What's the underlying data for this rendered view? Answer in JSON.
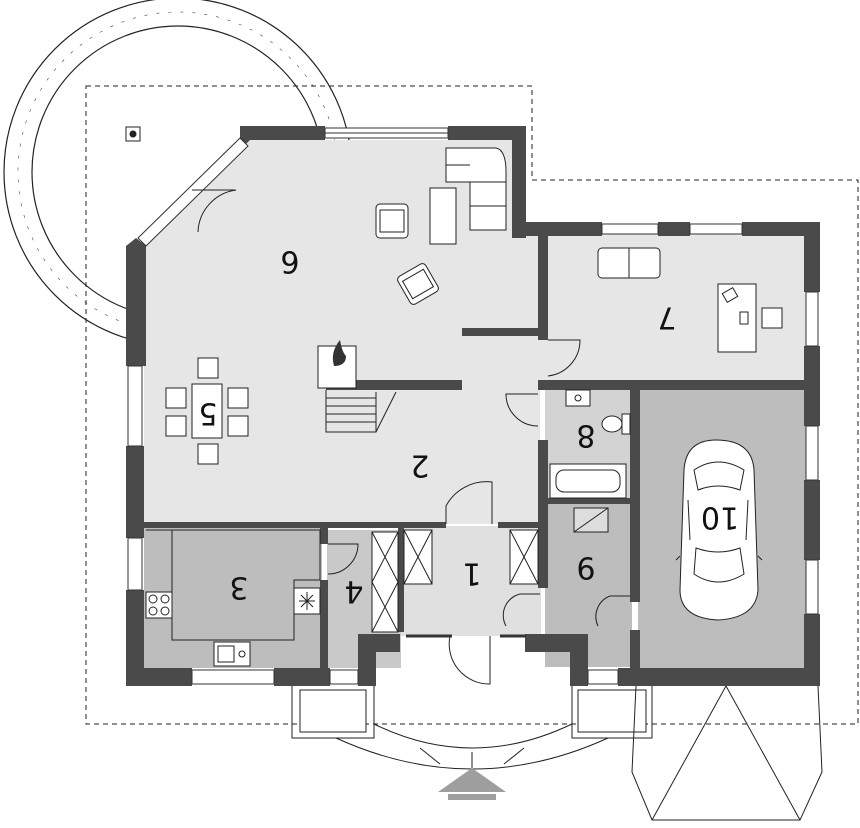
{
  "floor_plan": {
    "rooms": [
      {
        "id": "room-1",
        "label": "1",
        "fill": "#e0e0e0"
      },
      {
        "id": "room-2",
        "label": "2",
        "fill": "#e6e6e6"
      },
      {
        "id": "room-3",
        "label": "3",
        "fill": "#bdbdbd"
      },
      {
        "id": "room-4",
        "label": "4",
        "fill": "#c9c9c9"
      },
      {
        "id": "room-5",
        "label": "5",
        "fill": "#e6e6e6"
      },
      {
        "id": "room-6",
        "label": "6",
        "fill": "#e6e6e6"
      },
      {
        "id": "room-7",
        "label": "7",
        "fill": "#e6e6e6"
      },
      {
        "id": "room-8",
        "label": "8",
        "fill": "#d3d3d3"
      },
      {
        "id": "room-9",
        "label": "9",
        "fill": "#bdbdbd"
      },
      {
        "id": "room-10",
        "label": "10",
        "fill": "#bdbdbd"
      }
    ],
    "colors": {
      "wall": "#4a4a4a",
      "outline": "#222222",
      "entrance_arrow": "#9e9e9e"
    },
    "icons": [
      "fireplace-icon",
      "stove-icon",
      "sink-icon",
      "fridge-icon",
      "toilet-icon",
      "bathtub-icon",
      "car-icon",
      "chimney-icon",
      "entrance-arrow-icon"
    ]
  }
}
